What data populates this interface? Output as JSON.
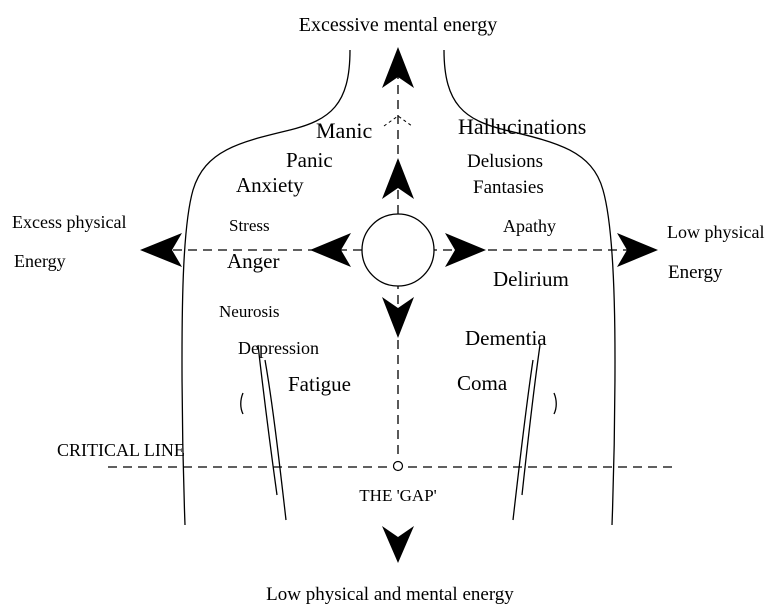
{
  "colors": {
    "background": "#ffffff",
    "ink": "#000000"
  },
  "axes": {
    "top": "Excessive mental energy",
    "bottom": "Low physical and mental energy",
    "left_line1": "Excess physical",
    "left_line2": "Energy",
    "right_line1": "Low physical",
    "right_line2": "Energy"
  },
  "left_states": [
    "Manic",
    "Panic",
    "Anxiety",
    "Stress",
    "Anger",
    "Neurosis",
    "Depression",
    "Fatigue"
  ],
  "right_states": [
    "Hallucinations",
    "Delusions",
    "Fantasies",
    "Apathy",
    "Delirium",
    "Dementia",
    "Coma"
  ],
  "critical_line": "CRITICAL LINE",
  "gap_label": "THE 'GAP'"
}
